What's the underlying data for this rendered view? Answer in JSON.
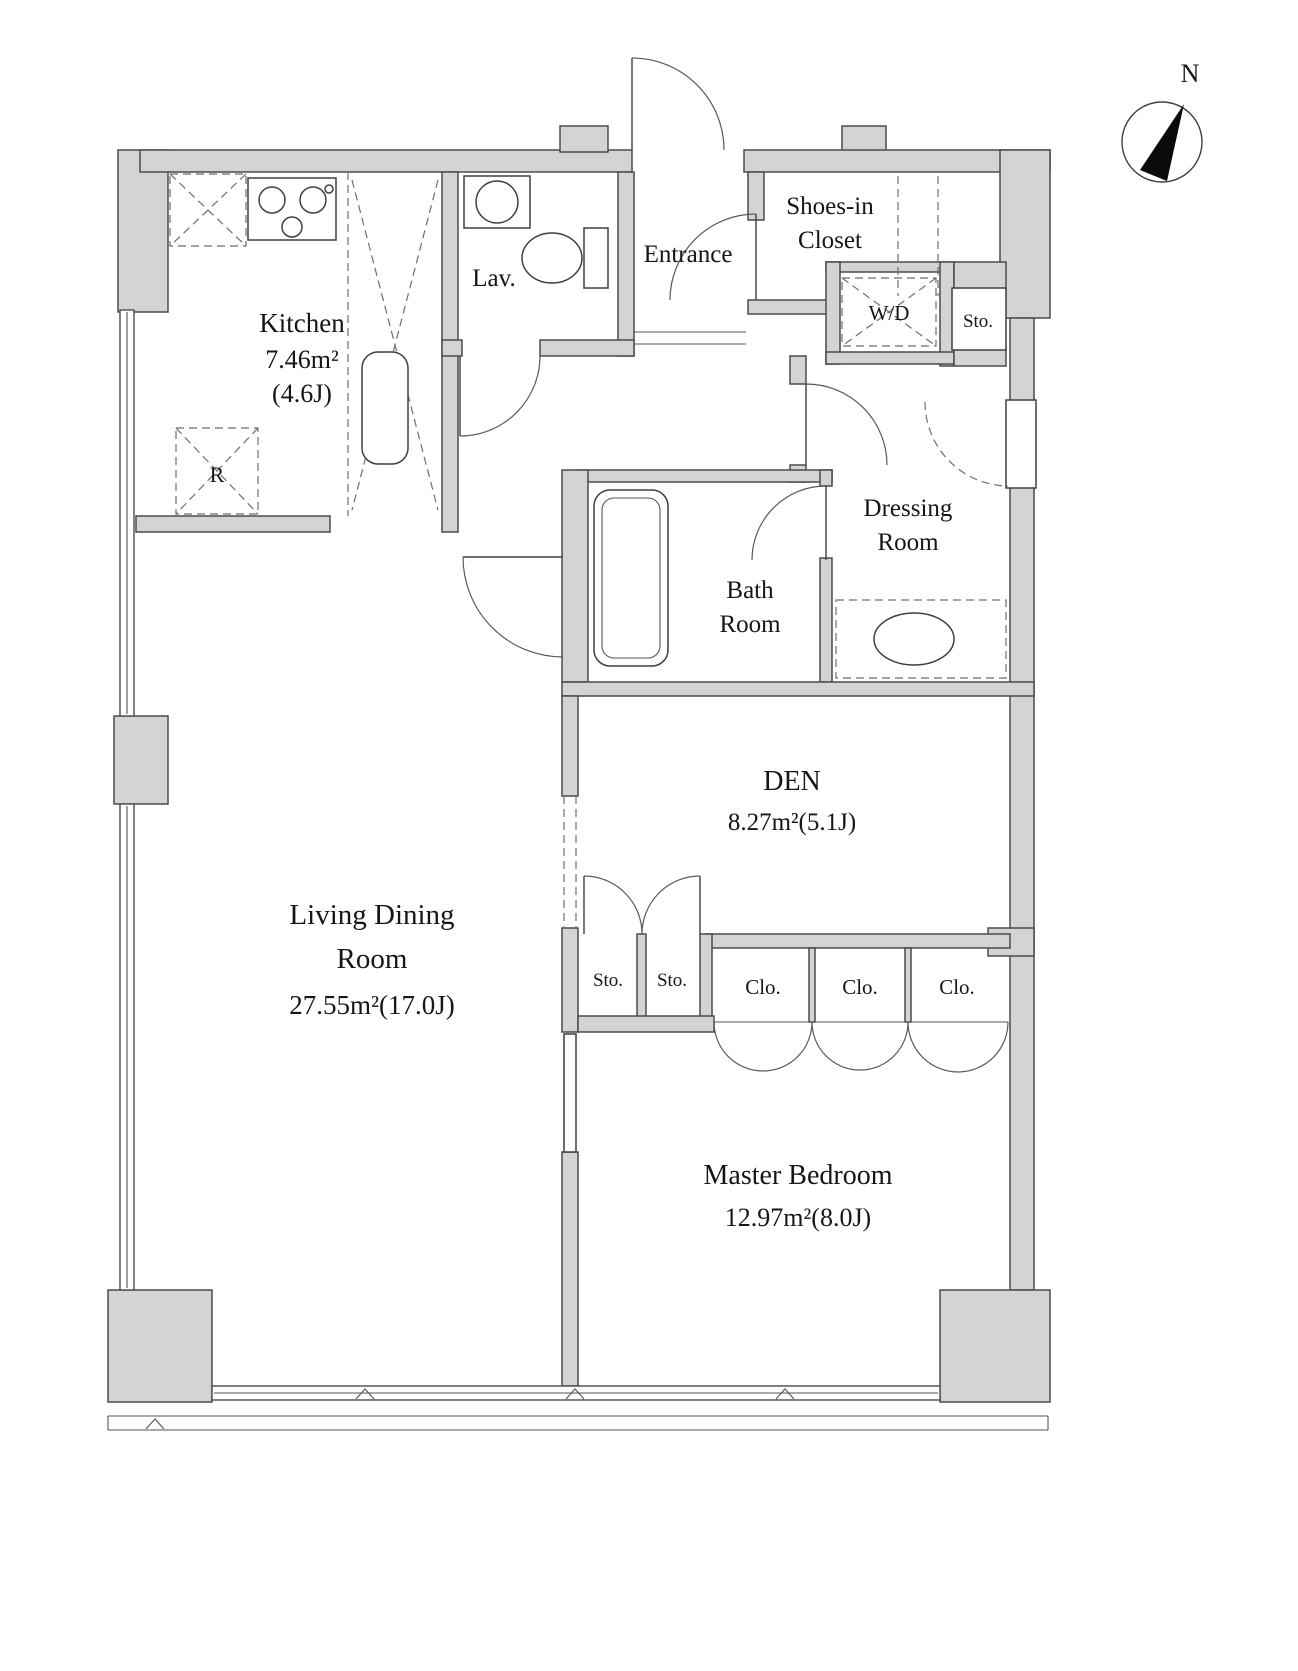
{
  "compass": {
    "label": "N"
  },
  "colors": {
    "wall_fill": "#d4d4d4",
    "wall_stroke": "#4b4b4b",
    "line": "#3f3f3f",
    "background": "#ffffff"
  },
  "rooms": {
    "kitchen": {
      "name": "Kitchen",
      "area": "7.46m²",
      "tatami": "(4.6J)"
    },
    "refrigerator": {
      "label": "R"
    },
    "lavatory": {
      "label": "Lav."
    },
    "entrance": {
      "label": "Entrance"
    },
    "shoes_in_closet": {
      "line1": "Shoes-in",
      "line2": "Closet"
    },
    "washer_dryer": {
      "label": "W/D"
    },
    "storage_top": {
      "label": "Sto."
    },
    "dressing_room": {
      "line1": "Dressing",
      "line2": "Room"
    },
    "bath_room": {
      "line1": "Bath",
      "line2": "Room"
    },
    "den": {
      "name": "DEN",
      "area": "8.27m²(5.1J)"
    },
    "living_dining": {
      "line1": "Living Dining",
      "line2": "Room",
      "area": "27.55m²(17.0J)"
    },
    "storage_1": {
      "label": "Sto."
    },
    "storage_2": {
      "label": "Sto."
    },
    "closet_1": {
      "label": "Clo."
    },
    "closet_2": {
      "label": "Clo."
    },
    "closet_3": {
      "label": "Clo."
    },
    "master_bedroom": {
      "name": "Master Bedroom",
      "area": "12.97m²(8.0J)"
    }
  }
}
